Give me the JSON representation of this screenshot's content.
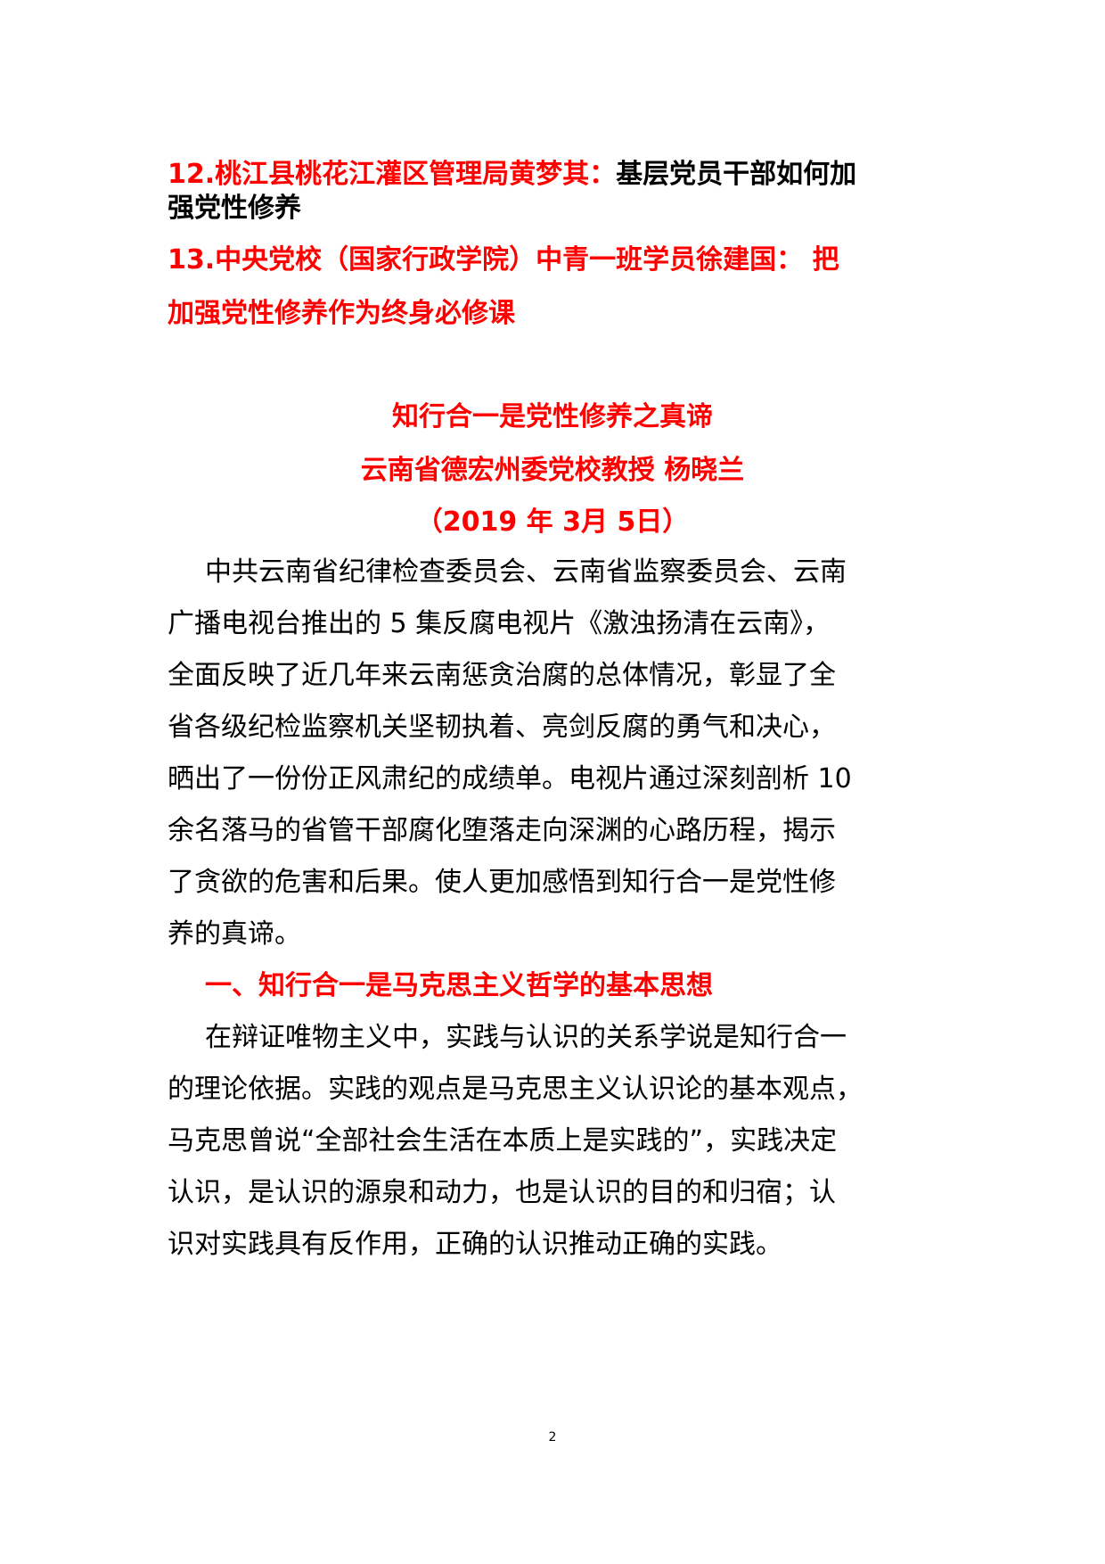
{
  "colors": {
    "accent_red": "#ff0000",
    "text": "#000000"
  },
  "list": {
    "item12": {
      "red": "12.桃江县桃花江灌区管理局黄梦其：",
      "black_line1": "基层党员干部如何加",
      "black_line2": "强党性修养"
    },
    "item13": {
      "line1": "13.中央党校（国家行政学院）中青一班学员徐建国： 把",
      "line2": "加强党性修养作为终身必修课"
    }
  },
  "article": {
    "title": "知行合一是党性修养之真谛",
    "author": "云南省德宏州委党校教授  杨晓兰",
    "date": "（2019 年 3月 5日）",
    "paragraph1": [
      "中共云南省纪律检查委员会、云南省监察委员会、云南",
      "广播电视台推出的 5 集反腐电视片《激浊扬清在云南》，",
      "全面反映了近几年来云南惩贪治腐的总体情况，彰显了全",
      "省各级纪检监察机关坚韧执着、亮剑反腐的勇气和决心，",
      "晒出了一份份正风肃纪的成绩单。电视片通过深刻剖析 10",
      "余名落马的省管干部腐化堕落走向深渊的心路历程，揭示",
      "了贪欲的危害和后果。使人更加感悟到知行合一是党性修",
      "养的真谛。"
    ],
    "section1_heading": "一、知行合一是马克思主义哲学的基本思想",
    "paragraph2": [
      "在辩证唯物主义中，实践与认识的关系学说是知行合一",
      "的理论依据。实践的观点是马克思主义认识论的基本观点，",
      "马克思曾说“全部社会生活在本质上是实践的”，实践决定",
      "认识，是认识的源泉和动力，也是认识的目的和归宿；认",
      "识对实践具有反作用，正确的认识推动正确的实践。"
    ]
  },
  "footer": {
    "page_number": "2"
  }
}
